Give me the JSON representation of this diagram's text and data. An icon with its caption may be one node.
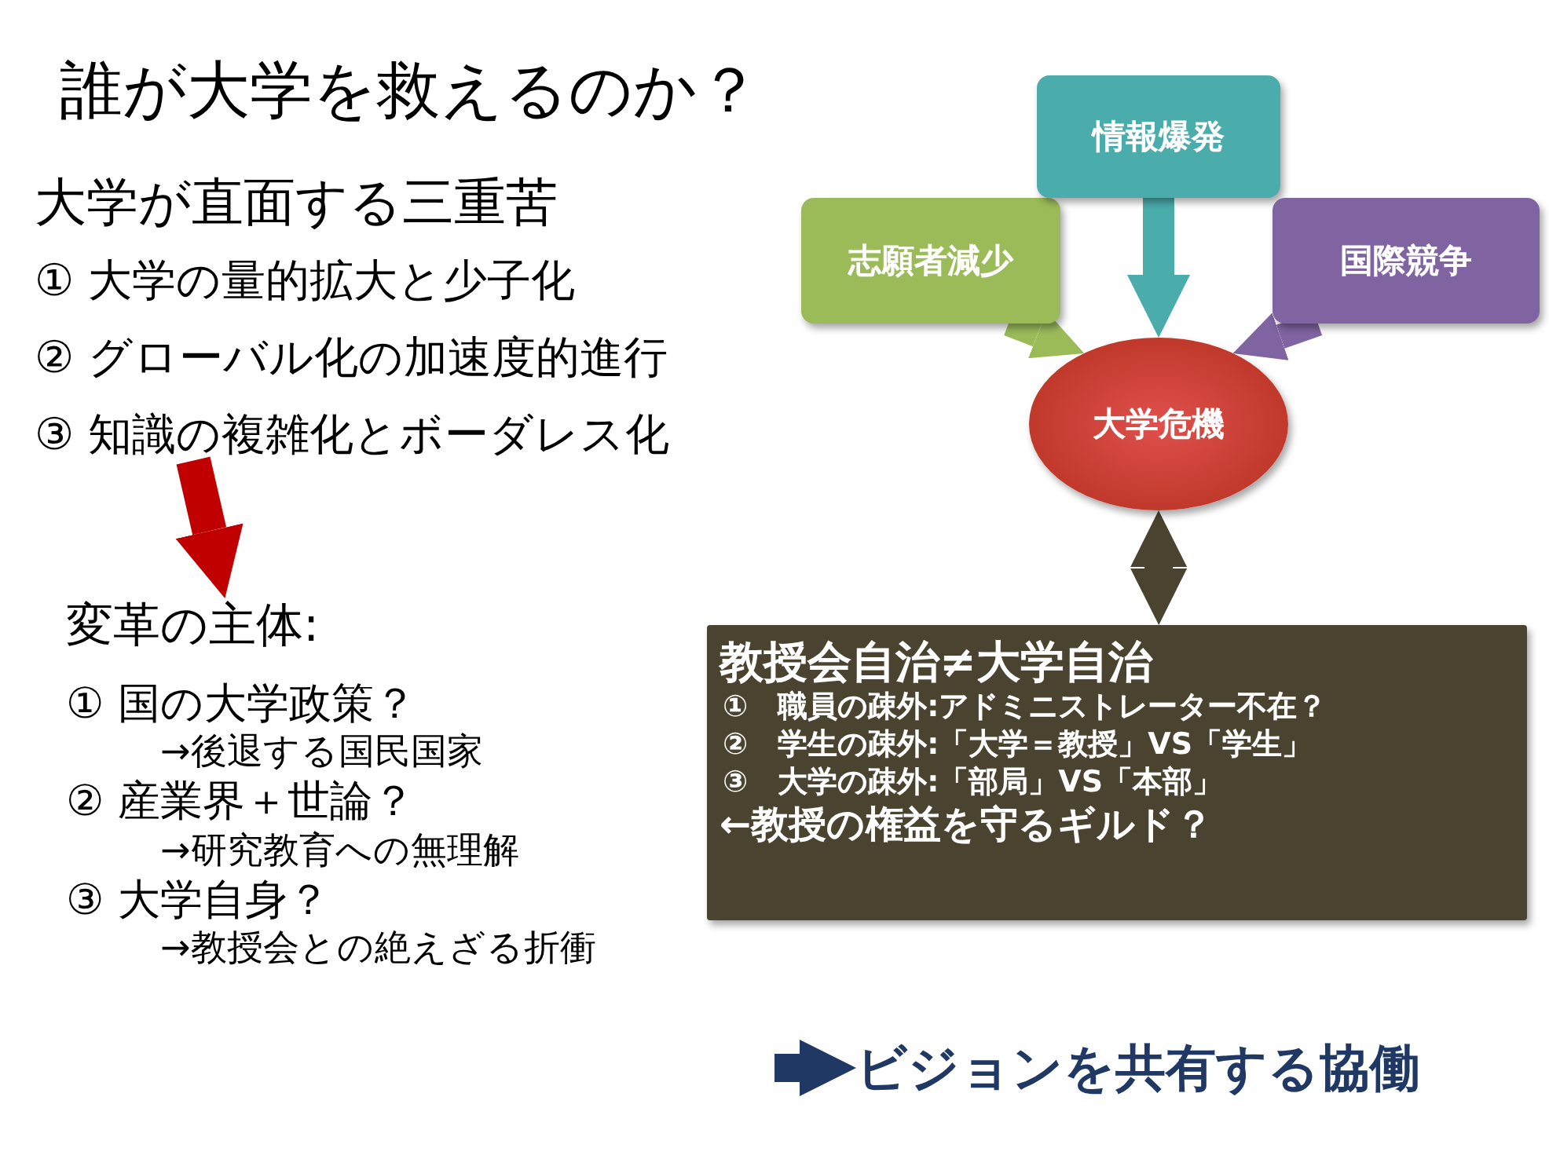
{
  "diagram": {
    "title": "誰が大学を救えるのか？",
    "nodes": [
      {
        "text": [
          "志願者減少"
        ]
      },
      {
        "text": [
          "情報爆発"
        ]
      },
      {
        "text": [
          "国際競争"
        ]
      },
      {
        "text": [
          "大学危機"
        ]
      },
      {
        "text": [
          "教授会自治≠大学自治",
          "①　職員の疎外:アドミニストレーター不在？",
          "②　学生の疎外:「大学＝教授」VS「学生」",
          "③　大学の疎外:「部局」VS「本部」",
          "←教授の権益を守るギルド？"
        ]
      },
      {
        "text": [
          "大学が直面する三重苦",
          "① 大学の量的拡大と少子化",
          "② グローバル化の加速度的進行",
          "③ 知識の複雑化とボーダレス化"
        ]
      },
      {
        "text": [
          "変革の主体:",
          "① 国の大学政策？",
          "→後退する国民国家",
          "② 産業界＋世論？",
          "→研究教育への無理解",
          "③ 大学自身？",
          "→教授会との絶えざる折衝"
        ]
      },
      {
        "text": [
          "ビジョンを共有する協働"
        ]
      }
    ],
    "edges": [
      {
        "from": 0,
        "to": 3,
        "arrow": "to",
        "color": "#9bbb59"
      },
      {
        "from": 1,
        "to": 3,
        "arrow": "to",
        "color": "#4bacac"
      },
      {
        "from": 2,
        "to": 3,
        "arrow": "to",
        "color": "#8064a2"
      },
      {
        "from": 3,
        "to": 4,
        "arrow": "both",
        "color": "#4a4330"
      },
      {
        "from": 5,
        "to": 6,
        "arrow": "to",
        "color": "#c00000"
      },
      {
        "from": null,
        "to": 7,
        "arrow": "to",
        "color": "#1f3864"
      }
    ]
  }
}
